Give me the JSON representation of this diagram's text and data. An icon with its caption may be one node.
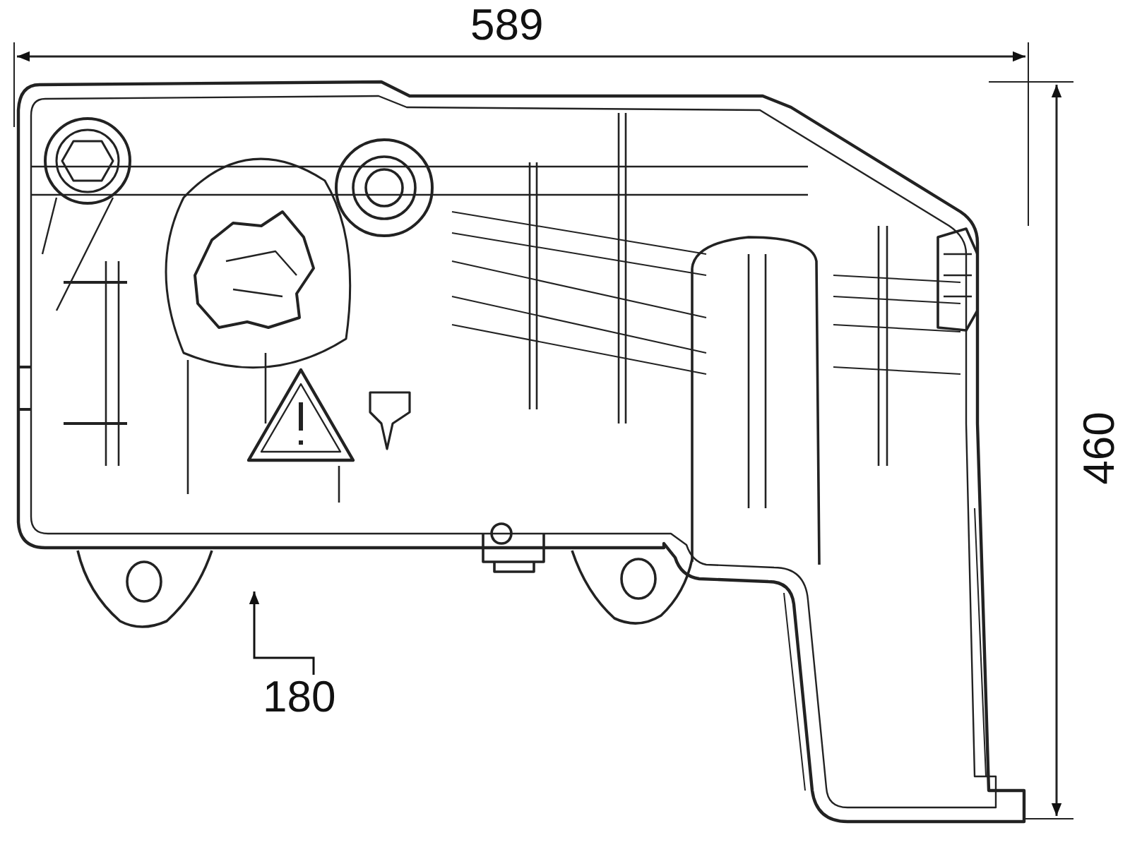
{
  "diagram": {
    "nodes": [
      {
        "text": [],
        "shape": "picture"
      },
      {
        "text": [
          "180"
        ]
      }
    ],
    "edges": [
      {
        "from": 1,
        "to": 0,
        "arrow": "to"
      }
    ],
    "labels": [
      "589",
      "460"
    ]
  }
}
